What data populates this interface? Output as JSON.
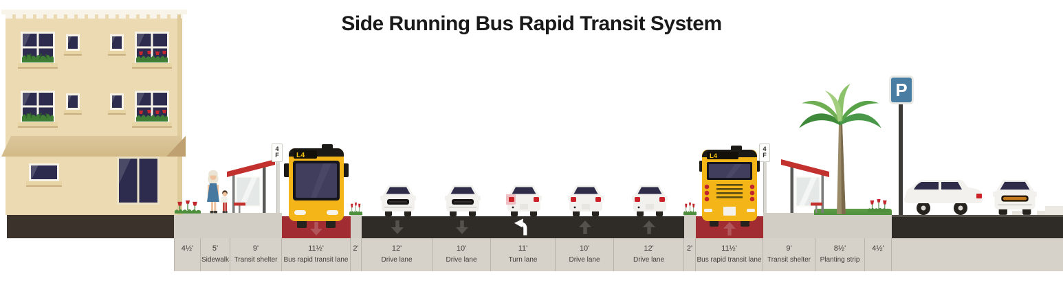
{
  "title": "Side Running Bus Rapid Transit System",
  "segments": [
    {
      "size": "4½'",
      "name": ""
    },
    {
      "size": "5'",
      "name": "Sidewalk"
    },
    {
      "size": "9'",
      "name": "Transit shelter"
    },
    {
      "size": "11½'",
      "name": "Bus rapid transit lane"
    },
    {
      "size": "2'",
      "name": ""
    },
    {
      "size": "12'",
      "name": "Drive lane"
    },
    {
      "size": "10'",
      "name": "Drive lane"
    },
    {
      "size": "11'",
      "name": "Turn lane"
    },
    {
      "size": "10'",
      "name": "Drive lane"
    },
    {
      "size": "12'",
      "name": "Drive lane"
    },
    {
      "size": "2'",
      "name": ""
    },
    {
      "size": "11½'",
      "name": "Bus rapid transit lane"
    },
    {
      "size": "9'",
      "name": "Transit shelter"
    },
    {
      "size": "8½'",
      "name": "Planting strip"
    },
    {
      "size": "4½'",
      "name": ""
    }
  ],
  "labels": {
    "bus_route_left": "L4",
    "bus_route_right": "L4",
    "bus_stop_sign_left": "4F",
    "bus_stop_sign_right": "4F",
    "parking_sign": "P"
  },
  "colors": {
    "brt_lane_red": "#a12c31",
    "asphalt": "#2f2b26",
    "sidewalk": "#d2cec5",
    "label_strip": "#d7d2c9",
    "bus_yellow": "#f3b517",
    "shelter_roof_red": "#c2312d",
    "parking_sign_blue": "#4a7da2",
    "grass_green": "#4e8f3d"
  }
}
